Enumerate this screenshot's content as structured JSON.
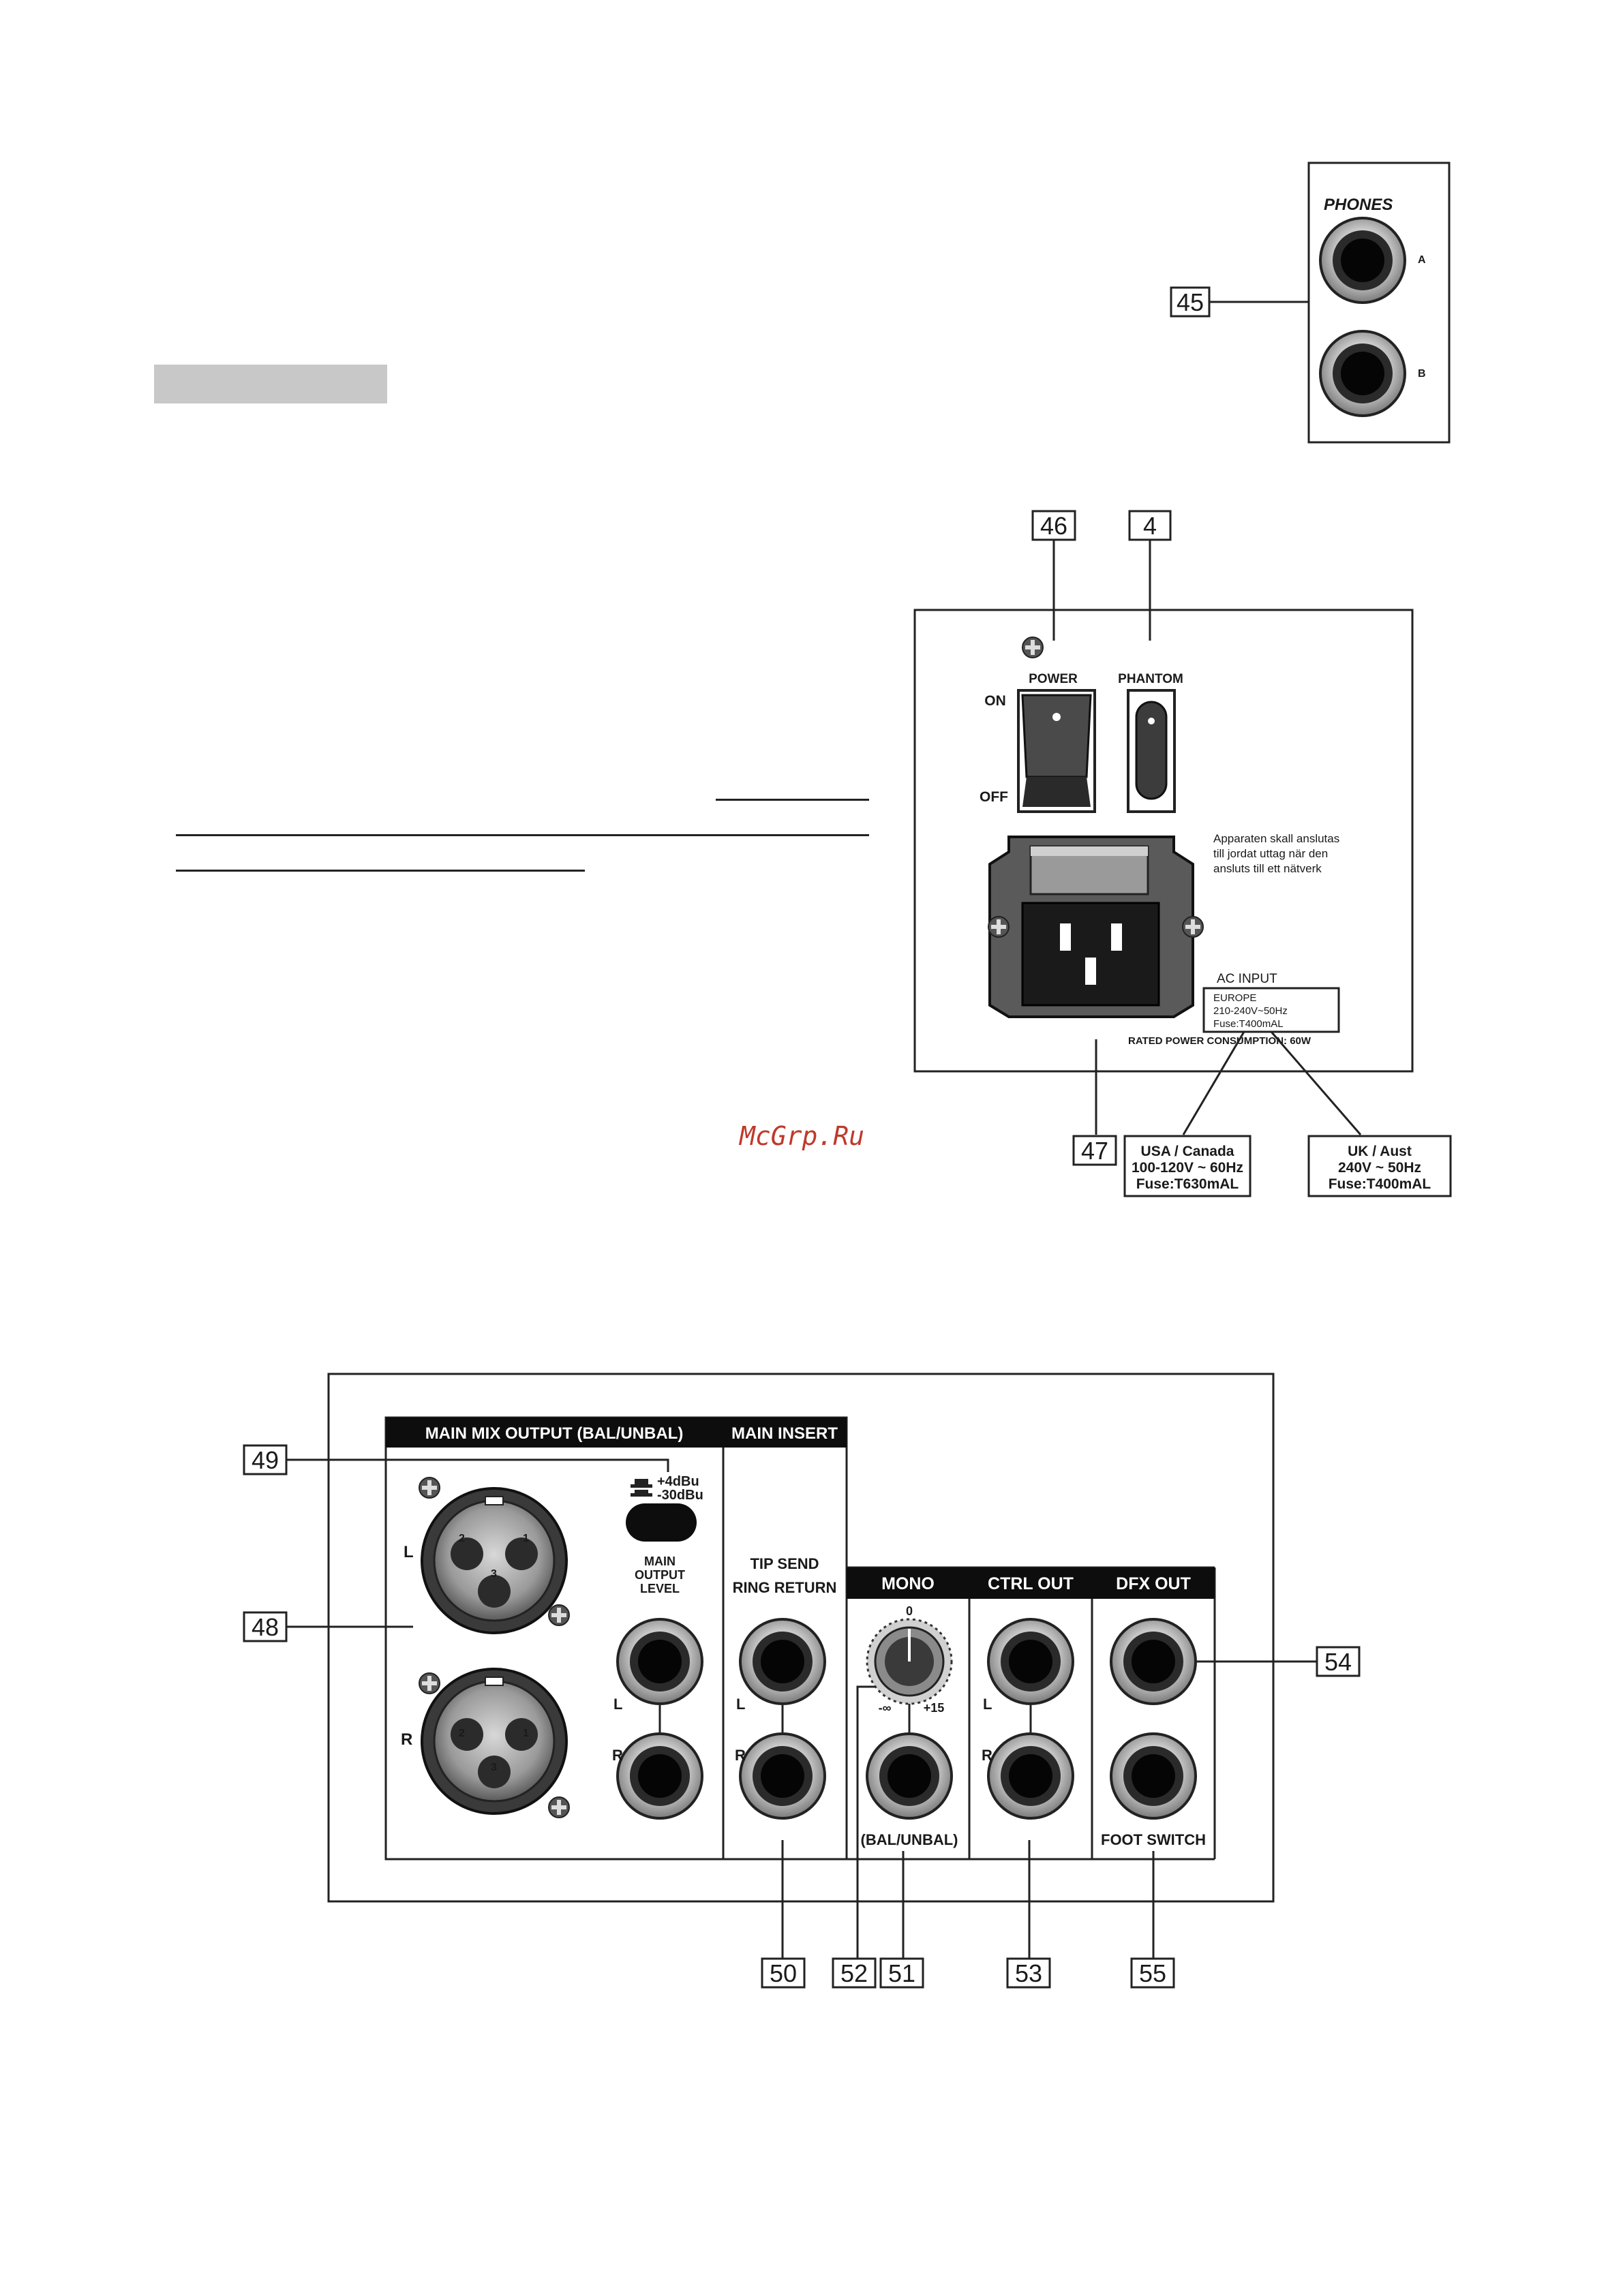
{
  "watermark": "McGrp.Ru",
  "phones": {
    "title": "PHONES",
    "a": "A",
    "b": "B",
    "callout": "45"
  },
  "power_panel": {
    "callouts": {
      "power": "46",
      "phantom": "4",
      "ac": "47"
    },
    "power_label": "POWER",
    "on": "ON",
    "off": "OFF",
    "phantom_label": "PHANTOM",
    "notice": [
      "Apparaten skall anslutas",
      "till jordat uttag när den",
      "ansluts till ett nätverk"
    ],
    "ac_input": "AC INPUT",
    "europe_box": [
      "EUROPE",
      "210-240V~50Hz",
      "Fuse:T400mAL"
    ],
    "rated": "RATED POWER CONSUMPTION: 60W",
    "usa_box": [
      "USA / Canada",
      "100-120V ~ 60Hz",
      "Fuse:T630mAL"
    ],
    "uk_box": [
      "UK / Aust",
      "240V ~ 50Hz",
      "Fuse:T400mAL"
    ]
  },
  "rear_panel": {
    "headers": {
      "main_mix": "MAIN MIX OUTPUT  (BAL/UNBAL)",
      "main_insert": "MAIN INSERT",
      "mono": "MONO",
      "ctrl_out": "CTRL OUT",
      "dfx_out": "DFX OUT"
    },
    "level_switch": {
      "hi": "+4dBu",
      "lo": "-30dBu",
      "caption": [
        "MAIN",
        "OUTPUT",
        "LEVEL"
      ]
    },
    "xlr_pins": [
      "2",
      "1",
      "3"
    ],
    "insert_caption": [
      "TIP SEND",
      "RING RETURN"
    ],
    "L": "L",
    "R": "R",
    "knob": {
      "top": "0",
      "min": "-∞",
      "max": "+15"
    },
    "mono_caption": "(BAL/UNBAL)",
    "foot_switch": "FOOT SWITCH",
    "callouts": {
      "level": "49",
      "xlr": "48",
      "insert": "50",
      "knob": "52",
      "mono": "51",
      "ctrl": "53",
      "dfx": "54",
      "foot": "55"
    }
  }
}
